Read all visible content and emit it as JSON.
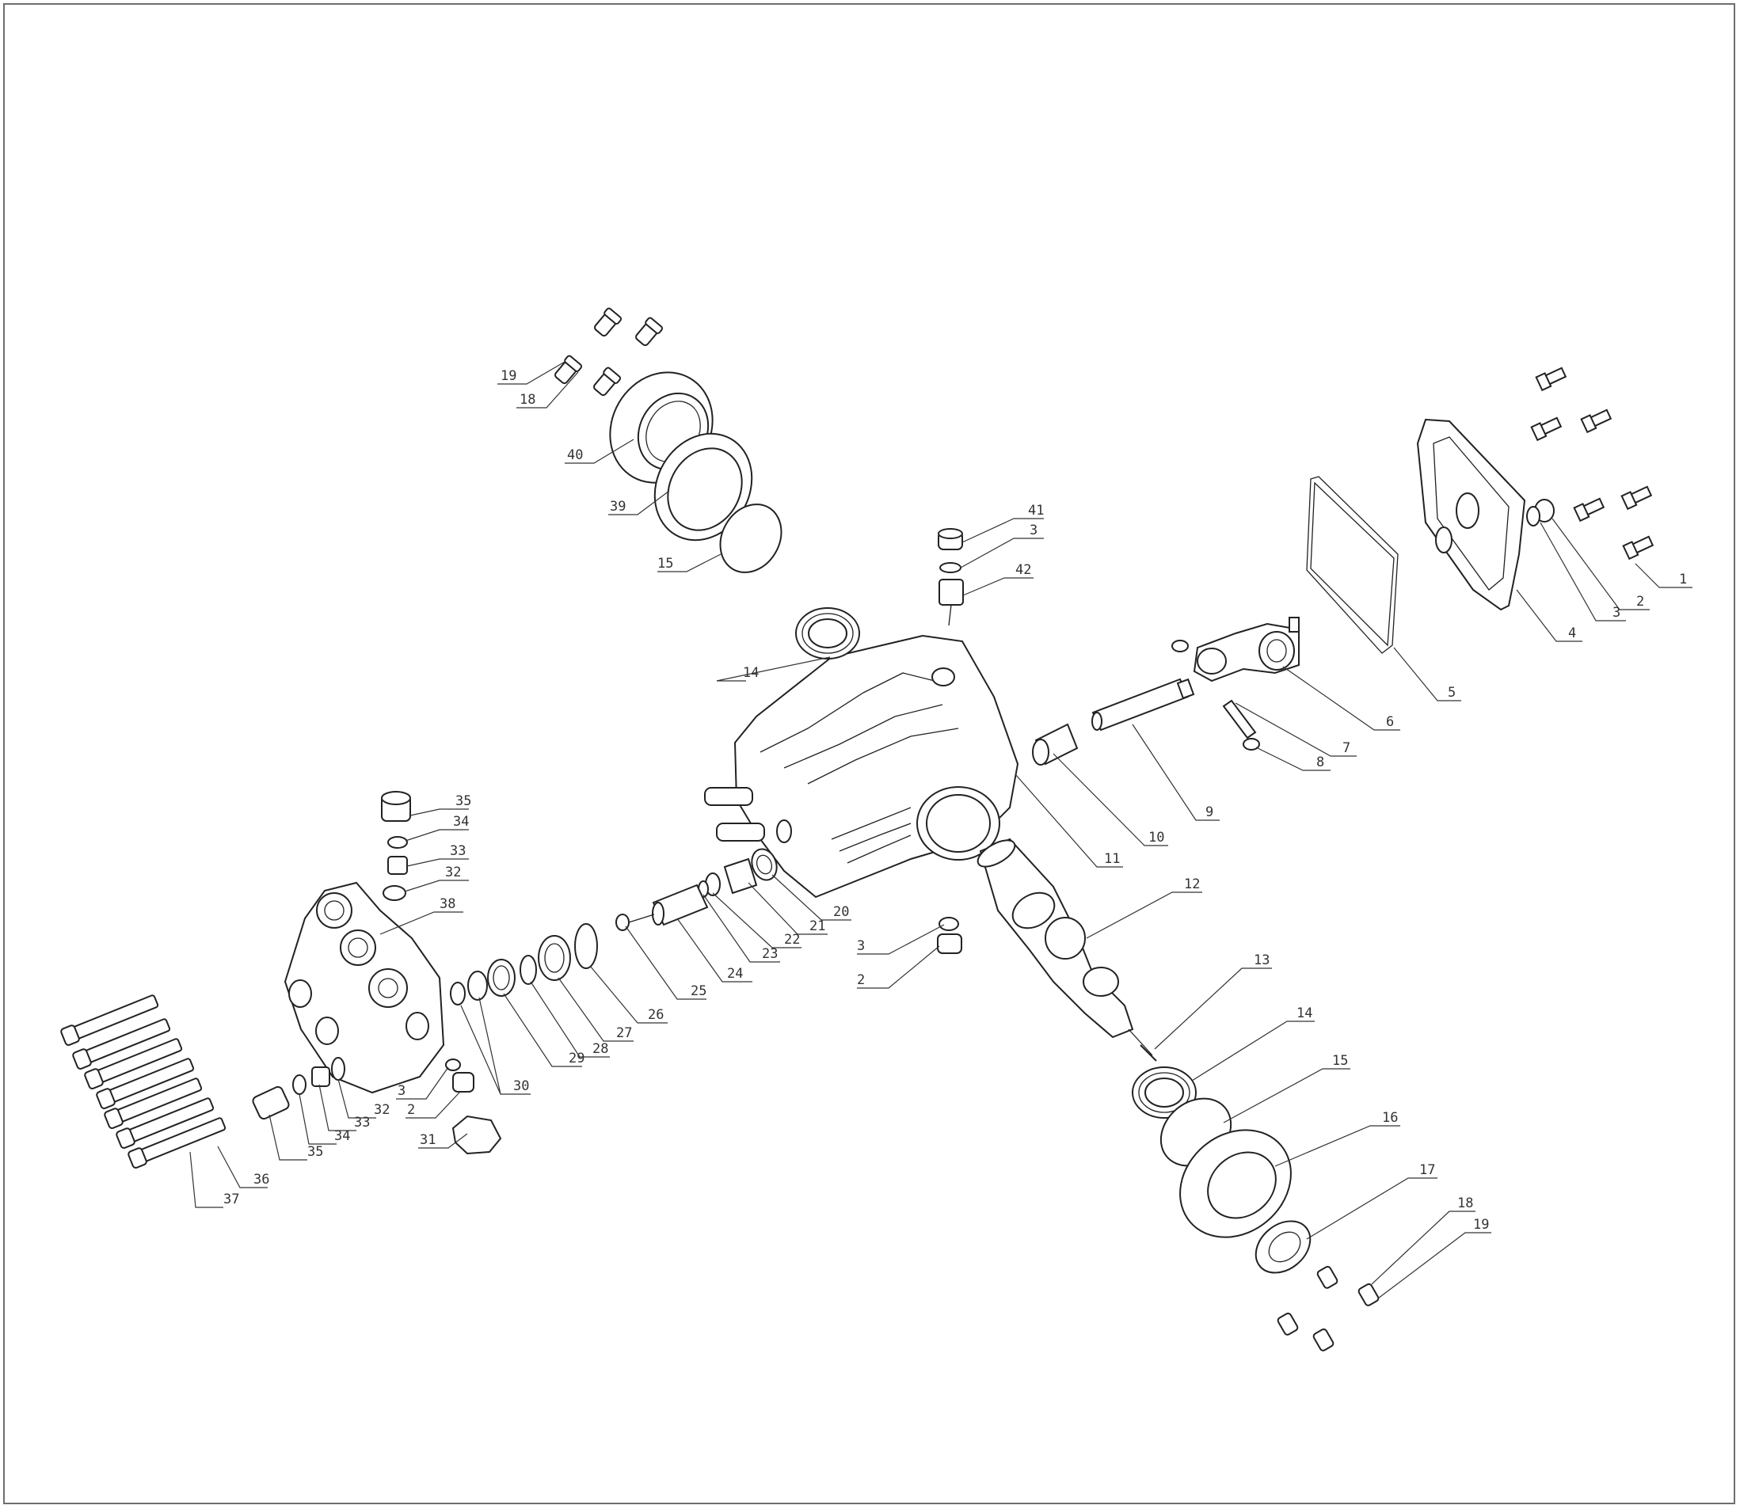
{
  "diagram": {
    "type": "exploded-assembly",
    "colors": {
      "line": "#222222",
      "frame": "#6e6e6e",
      "background": "#ffffff"
    },
    "callouts": [
      {
        "id": "c1",
        "text": "1"
      },
      {
        "id": "c2a",
        "text": "2"
      },
      {
        "id": "c3a",
        "text": "3"
      },
      {
        "id": "c4",
        "text": "4"
      },
      {
        "id": "c5",
        "text": "5"
      },
      {
        "id": "c6",
        "text": "6"
      },
      {
        "id": "c7",
        "text": "7"
      },
      {
        "id": "c8",
        "text": "8"
      },
      {
        "id": "c9",
        "text": "9"
      },
      {
        "id": "c10",
        "text": "10"
      },
      {
        "id": "c11",
        "text": "11"
      },
      {
        "id": "c12",
        "text": "12"
      },
      {
        "id": "c13",
        "text": "13"
      },
      {
        "id": "c14b",
        "text": "14"
      },
      {
        "id": "c15b",
        "text": "15"
      },
      {
        "id": "c16",
        "text": "16"
      },
      {
        "id": "c17",
        "text": "17"
      },
      {
        "id": "c18b",
        "text": "18"
      },
      {
        "id": "c19b",
        "text": "19"
      },
      {
        "id": "c14a",
        "text": "14"
      },
      {
        "id": "c41",
        "text": "41"
      },
      {
        "id": "c3b",
        "text": "3"
      },
      {
        "id": "c42",
        "text": "42"
      },
      {
        "id": "c19a",
        "text": "19"
      },
      {
        "id": "c18a",
        "text": "18"
      },
      {
        "id": "c40",
        "text": "40"
      },
      {
        "id": "c39",
        "text": "39"
      },
      {
        "id": "c15a",
        "text": "15"
      },
      {
        "id": "c20",
        "text": "20"
      },
      {
        "id": "c21",
        "text": "21"
      },
      {
        "id": "c22",
        "text": "22"
      },
      {
        "id": "c23",
        "text": "23"
      },
      {
        "id": "c24",
        "text": "24"
      },
      {
        "id": "c25",
        "text": "25"
      },
      {
        "id": "c26",
        "text": "26"
      },
      {
        "id": "c27",
        "text": "27"
      },
      {
        "id": "c28",
        "text": "28"
      },
      {
        "id": "c29",
        "text": "29"
      },
      {
        "id": "c30",
        "text": "30"
      },
      {
        "id": "c3c",
        "text": "3"
      },
      {
        "id": "c2b",
        "text": "2"
      },
      {
        "id": "c35a",
        "text": "35"
      },
      {
        "id": "c34a",
        "text": "34"
      },
      {
        "id": "c33a",
        "text": "33"
      },
      {
        "id": "c32a",
        "text": "32"
      },
      {
        "id": "c38",
        "text": "38"
      },
      {
        "id": "c3d",
        "text": "3"
      },
      {
        "id": "c2c",
        "text": "2"
      },
      {
        "id": "c31",
        "text": "31"
      },
      {
        "id": "c32b",
        "text": "32"
      },
      {
        "id": "c33b",
        "text": "33"
      },
      {
        "id": "c34b",
        "text": "34"
      },
      {
        "id": "c35b",
        "text": "35"
      },
      {
        "id": "c36",
        "text": "36"
      },
      {
        "id": "c37",
        "text": "37"
      }
    ]
  }
}
